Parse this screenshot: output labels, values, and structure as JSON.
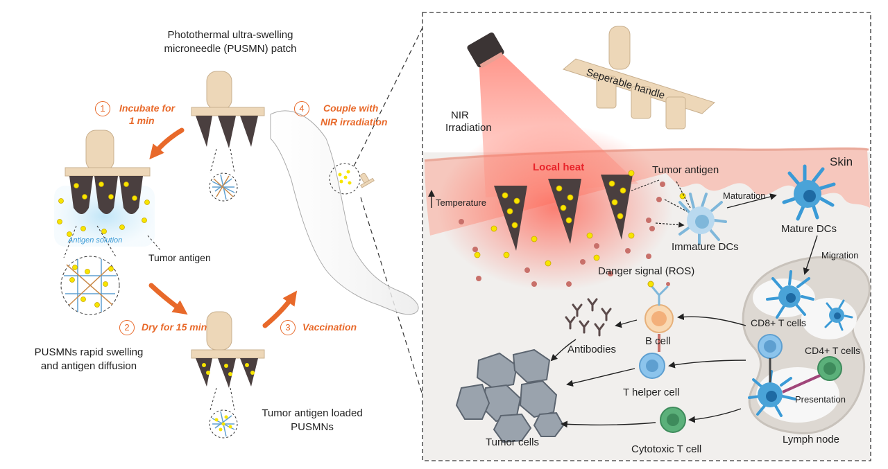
{
  "left_panel": {
    "patch_title": [
      "Photothermal ultra-swelling",
      "microneedle (PUSMN) patch"
    ],
    "steps": [
      {
        "number": "1",
        "label": [
          "Incubate for",
          "1 min"
        ]
      },
      {
        "number": "2",
        "label": [
          "Dry for 15 min"
        ]
      },
      {
        "number": "3",
        "label": [
          "Vaccination"
        ]
      },
      {
        "number": "4",
        "label": [
          "Couple with",
          "NIR irradiation"
        ]
      }
    ],
    "antigen_solution": "Antigen solution",
    "tumor_antigen": "Tumor antigen",
    "swelling_caption": [
      "PUSMNs rapid swelling",
      "and antigen diffusion"
    ],
    "loaded_caption": [
      "Tumor antigen loaded",
      "PUSMNs"
    ]
  },
  "right_panel": {
    "nir": [
      "NIR",
      "Irradiation"
    ],
    "handle": "Seperable handle",
    "skin": "Skin",
    "local_heat": "Local heat",
    "temperature": "Temperature",
    "tumor_antigen": "Tumor antigen",
    "maturation": "Maturation",
    "immature_dcs": "Immature DCs",
    "mature_dcs": "Mature DCs",
    "danger_signal": "Danger signal (ROS)",
    "migration": "Migration",
    "cd8": "CD8+ T cells",
    "cd4": "CD4+ T cells",
    "presentation": "Presentation",
    "b_cell": "B cell",
    "antibodies": "Antibodies",
    "t_helper": "T helper cell",
    "tumor_cells": "Tumor cells",
    "cytotoxic": "Cytotoxic T cell",
    "lymph_node": "Lymph node"
  },
  "colors": {
    "accent": "#e8692a",
    "skin": "#f6c7bd",
    "needle": "#4a3f3f",
    "antigen": "#f7e500",
    "dc": "#4aa3d8",
    "tcell_blue": "#8cc4ec",
    "tcell_green": "#5bb07a",
    "tumor": "#9aa3ad",
    "handle": "#edd7b8"
  }
}
